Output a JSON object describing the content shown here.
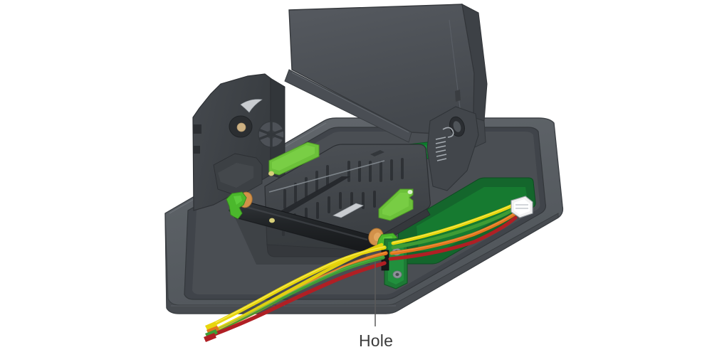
{
  "figure": {
    "type": "technical-illustration",
    "subject": "Thermal printer mechanism, lid open, showing internal platen roller and wire harness routing",
    "background_color": "#ffffff"
  },
  "callouts": [
    {
      "id": "hole",
      "label": "Hole",
      "text_color": "#3b3b3b",
      "leader_line_color": "#5a5a5a",
      "points_to": "green-pcb-bracket-wire-passage"
    }
  ],
  "parts": {
    "lid_panel": {
      "name": "Top cover / lid panel",
      "color": "#4c5055",
      "edge_color": "#3a3d41",
      "state": "open"
    },
    "base_tray": {
      "name": "Base tray / chassis pan",
      "color": "#5b6065",
      "rim_color": "#4a4e53",
      "inner_color": "#3e4247"
    },
    "side_frame": {
      "name": "Left side frame bracket",
      "color": "#414549"
    },
    "platen_roller": {
      "name": "Platen roller",
      "color": "#26292c",
      "bushing_color": "#d2914a",
      "clip_color": "#4bb82c"
    },
    "print_head": {
      "name": "Thermal print head assembly",
      "color": "#44484d",
      "rib_color": "#2e3135",
      "label_color": "#c9ccd0"
    },
    "latch_tabs": {
      "name": "Green release latch tabs",
      "color": "#6cc13a",
      "count": 2
    },
    "pcb_strip": {
      "name": "Sensor PCB strip",
      "color": "#0f7a2e"
    },
    "pcb_base": {
      "name": "Main board / green PCB in tray",
      "color": "#14662c"
    },
    "pcb_bracket": {
      "name": "Vertical green PCB bracket with mounting holes",
      "color": "#1d7a35",
      "hole_color": "#8d9499",
      "hole_count": 2
    },
    "connector_plug": {
      "name": "White cable connector plug",
      "color": "#f2f2f2",
      "shell_color": "#bdbdbd"
    },
    "gear_wheel": {
      "name": "Spoked drive gear",
      "color": "#4d5157"
    },
    "shaft_boss": {
      "name": "Shaft boss with brass bearing",
      "color": "#2b2e31",
      "center_color": "#cdb183"
    },
    "hinge_spring": {
      "name": "Lid hinge torsion spring",
      "color": "#9aa0a6"
    }
  },
  "wire_harness": {
    "name": "Wire harness bundle",
    "wire_count": 4,
    "wires": [
      {
        "name": "red-wire",
        "color": "#b01f24"
      },
      {
        "name": "orange-wire",
        "color": "#e2761c"
      },
      {
        "name": "green-wire",
        "color": "#3f9c35"
      },
      {
        "name": "yellow-wire",
        "color": "#e8d60c"
      }
    ],
    "routing": "exits left through bracket hole, loops across tray to white connector at right edge"
  }
}
